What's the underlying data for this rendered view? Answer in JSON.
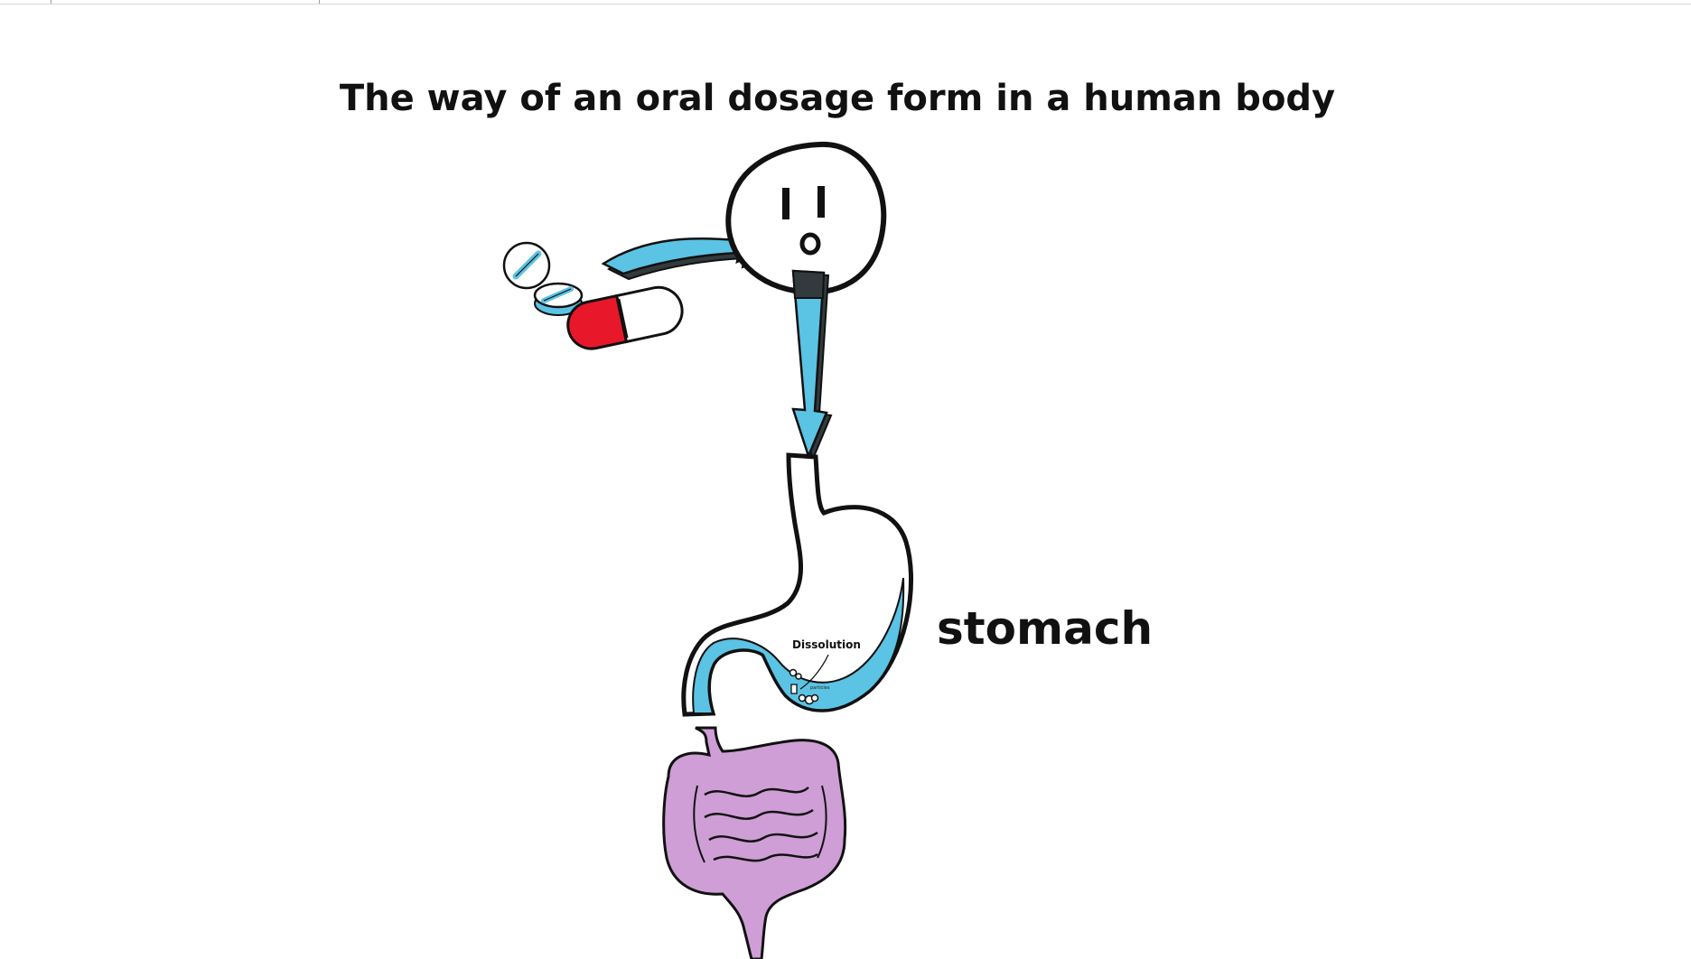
{
  "title": "The way of an oral dosage form in a human body",
  "labels": {
    "stomach": "stomach",
    "dissolution": "Dissolution",
    "particles": "particles"
  },
  "colors": {
    "accent_blue": "#5bc3e3",
    "capsule_red": "#e8182a",
    "intestine_purple": "#cf9ed6",
    "outline": "#111111",
    "arrow_dark": "#333a3d"
  },
  "icons": [
    "tablet-icon",
    "capsule-icon",
    "face-icon",
    "stomach-icon",
    "intestine-icon"
  ]
}
